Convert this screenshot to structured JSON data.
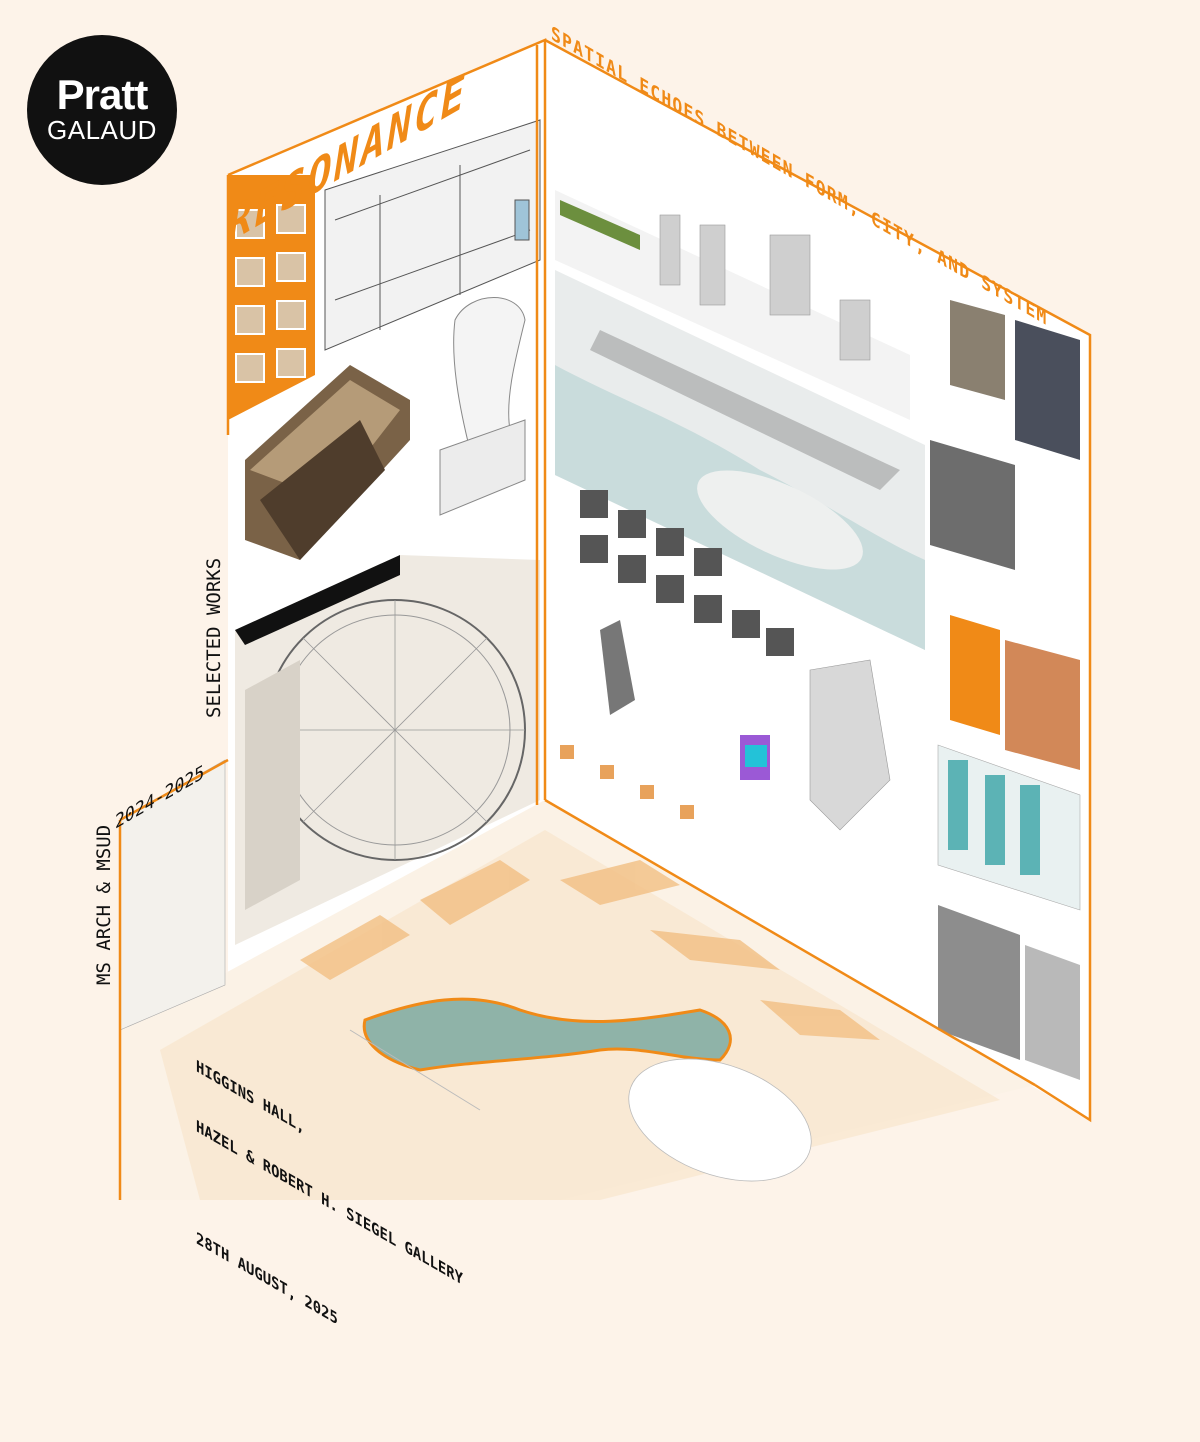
{
  "logo": {
    "line1": "Pratt",
    "line2": "GALAUD"
  },
  "title": "RESONANCE",
  "subtitle": "SPATIAL ECHOES BETWEEN FORM, CITY, AND SYSTEM",
  "side": {
    "selected": "SELECTED WORKS",
    "years": "2024-2025",
    "program": "MS ARCH & MSUD"
  },
  "venue": {
    "line1": "HIGGINS HALL,",
    "line2": "HAZEL & ROBERT H. SIEGEL GALLERY",
    "date": "28TH AUGUST, 2025"
  },
  "colors": {
    "accent": "#f08a17",
    "background": "#fdf3e9",
    "water": "#c9dcdc",
    "ink": "#111111"
  }
}
